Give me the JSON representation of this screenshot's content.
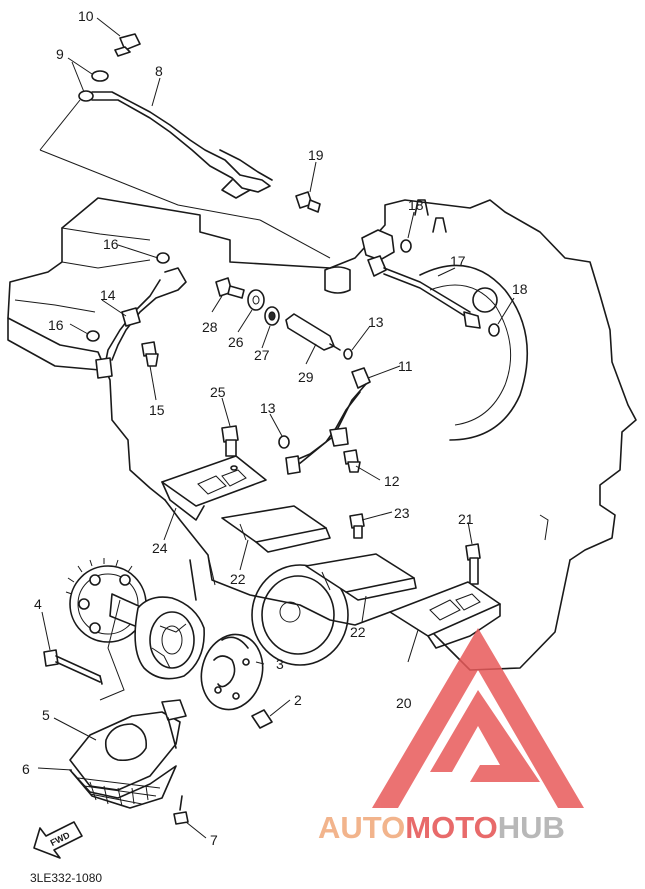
{
  "diagram": {
    "drawing_code": "3LE332-1080",
    "fwd_label": "FWD",
    "callouts": [
      {
        "id": "c10",
        "text": "10"
      },
      {
        "id": "c9",
        "text": "9"
      },
      {
        "id": "c8",
        "text": "8"
      },
      {
        "id": "c19",
        "text": "19"
      },
      {
        "id": "c18a",
        "text": "18"
      },
      {
        "id": "c17",
        "text": "17"
      },
      {
        "id": "c18b",
        "text": "18"
      },
      {
        "id": "c16a",
        "text": "16"
      },
      {
        "id": "c14",
        "text": "14"
      },
      {
        "id": "c16b",
        "text": "16"
      },
      {
        "id": "c28",
        "text": "28"
      },
      {
        "id": "c26",
        "text": "26"
      },
      {
        "id": "c27",
        "text": "27"
      },
      {
        "id": "c29",
        "text": "29"
      },
      {
        "id": "c13a",
        "text": "13"
      },
      {
        "id": "c11",
        "text": "11"
      },
      {
        "id": "c15",
        "text": "15"
      },
      {
        "id": "c25",
        "text": "25"
      },
      {
        "id": "c13b",
        "text": "13"
      },
      {
        "id": "c12",
        "text": "12"
      },
      {
        "id": "c23",
        "text": "23"
      },
      {
        "id": "c21",
        "text": "21"
      },
      {
        "id": "c24",
        "text": "24"
      },
      {
        "id": "c22a",
        "text": "22"
      },
      {
        "id": "c22b",
        "text": "22"
      },
      {
        "id": "c20",
        "text": "20"
      },
      {
        "id": "c4",
        "text": "4"
      },
      {
        "id": "c3",
        "text": "3"
      },
      {
        "id": "c2",
        "text": "2"
      },
      {
        "id": "c5",
        "text": "5"
      },
      {
        "id": "c6",
        "text": "6"
      },
      {
        "id": "c7",
        "text": "7"
      }
    ]
  },
  "watermark": {
    "part1": "AUTO",
    "part2": "MOTO",
    "part3": "HUB",
    "color_triangle": "#e85a5a",
    "color_auto": "#f2b48c",
    "color_moto": "#e86a6a",
    "color_hub": "#b8b8b8"
  }
}
